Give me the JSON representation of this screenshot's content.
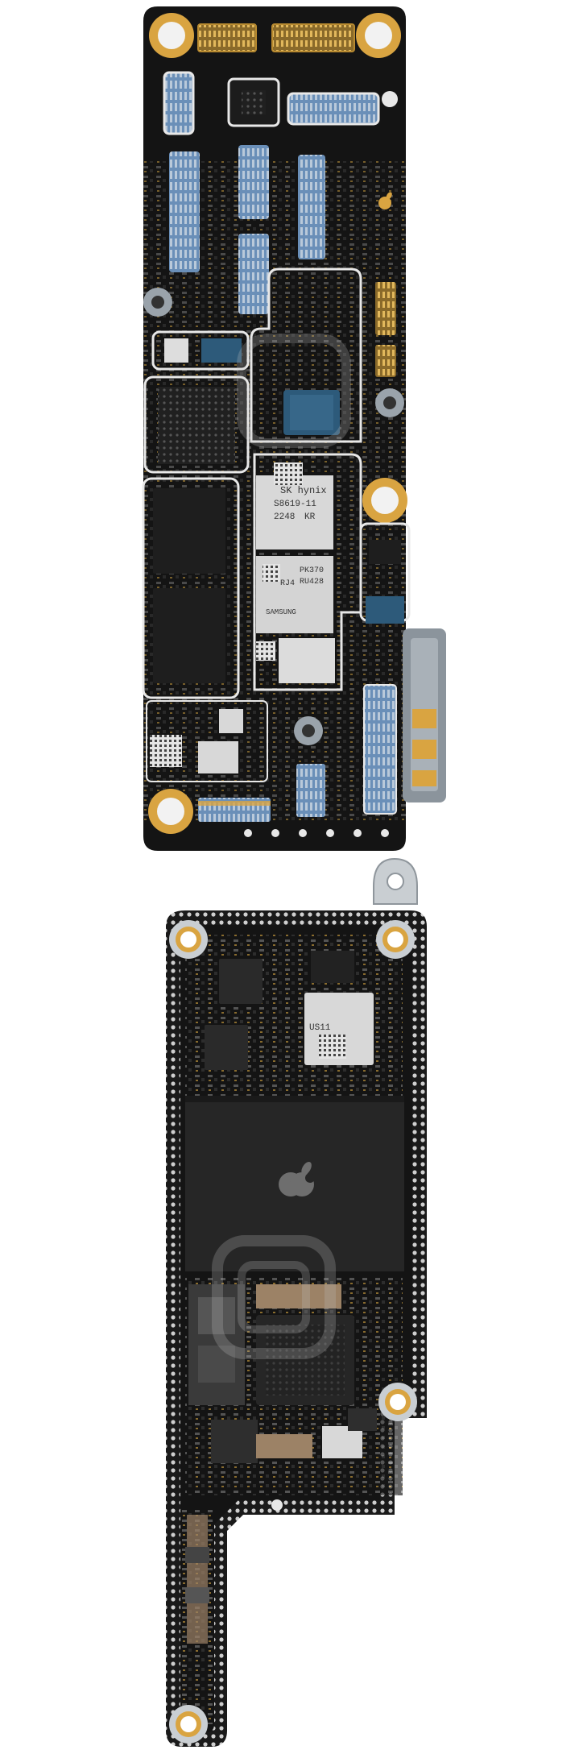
{
  "scene": {
    "background": "#ffffff",
    "board_color": "#141414",
    "trace_color": "#e8e8e8",
    "gold": "#d9a441",
    "shield": "#d8d8d8",
    "blue_connector": "#6a8fb8",
    "teal_chip": "#2d5a7a"
  },
  "upper_board": {
    "chip_markings": {
      "skhynix_line1": "SK hynix",
      "skhynix_line2": "S8619-11",
      "skhynix_line3": "2248",
      "skhynix_line4": "KR",
      "shield_code_1": "PK370",
      "shield_code_2": "RU428",
      "shield_code_3": "RJ4",
      "brand": "SAMSUNG"
    }
  },
  "lower_board": {
    "chip_markings": {
      "module_code": "US11"
    }
  }
}
